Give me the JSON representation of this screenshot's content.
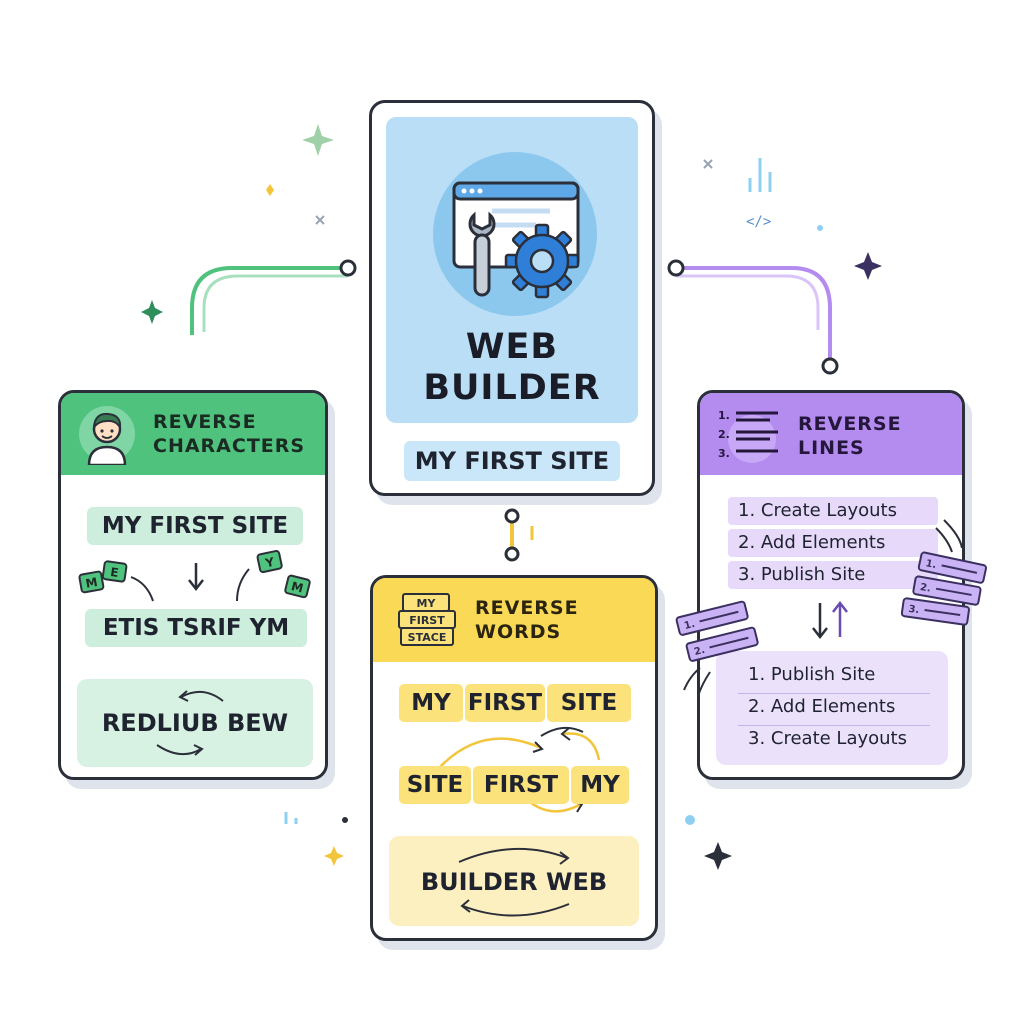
{
  "center": {
    "title_line1": "WEB",
    "title_line2": "BUILDER",
    "site_label": "MY FIRST SITE"
  },
  "left_card": {
    "header_line1": "REVERSE",
    "header_line2": "CHARACTERS",
    "input_text": "MY FIRST SITE",
    "output_text": "ETIS TSRIF YM",
    "example_text": "REDLIUB BEW",
    "letter_tiles": [
      "M",
      "E",
      "Y",
      "M"
    ]
  },
  "bottom_card": {
    "header_line1": "REVERSE",
    "header_line2": "WORDS",
    "icon_text": [
      "MY",
      "FIRST",
      "STACE"
    ],
    "input_words": [
      "MY",
      "FIRST",
      "SITE"
    ],
    "output_words": [
      "SITE",
      "FIRST",
      "MY"
    ],
    "example_text": "BUILDER WEB"
  },
  "right_card": {
    "header_line1": "REVERSE",
    "header_line2": "LINES",
    "icon_numbers": [
      "1.",
      "2.",
      "3."
    ],
    "input_lines": [
      "1. Create Layouts",
      "2. Add Elements",
      "3. Publish Site"
    ],
    "output_lines": [
      "1. Publish Site",
      "2. Add Elements",
      "3. Create Layouts"
    ],
    "tag_numbers": [
      "1.",
      "2.",
      "3."
    ]
  },
  "code_glyph": "</>",
  "colors": {
    "green": "#4fc27d",
    "yellow": "#f9d955",
    "purple": "#b48cf0",
    "blue": "#b9def6",
    "outline": "#2b2f3a"
  }
}
